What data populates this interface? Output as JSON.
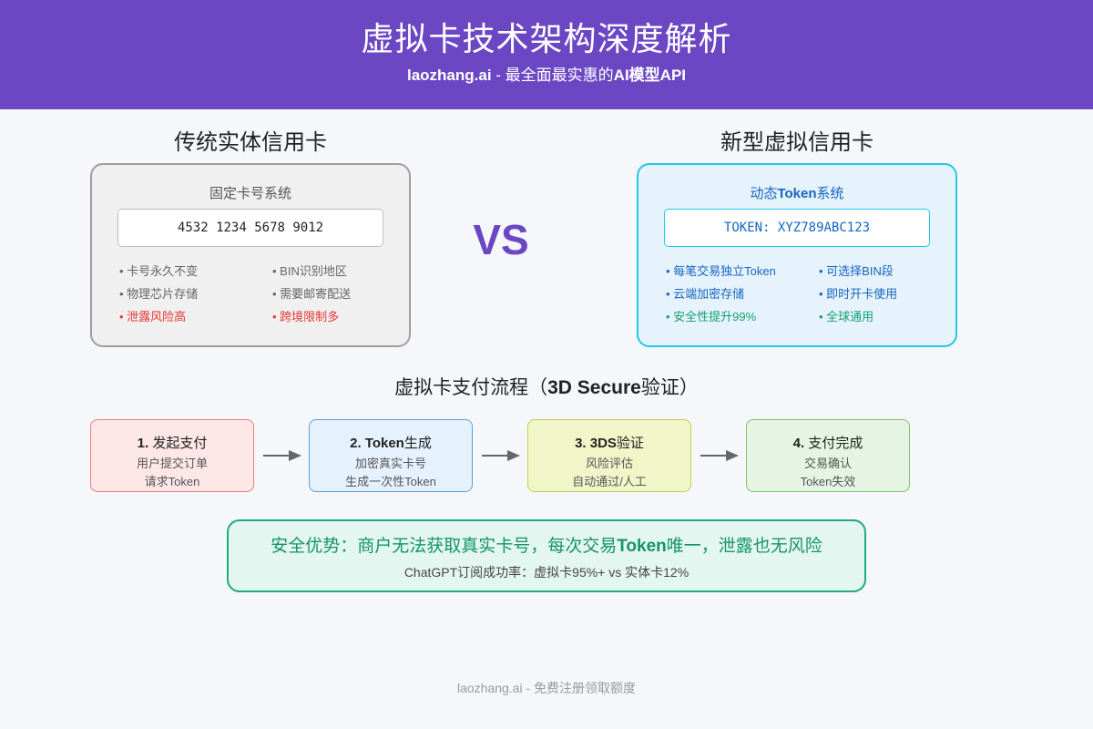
{
  "header": {
    "title": "虚拟卡技术架构深度解析",
    "subtitle_brand": "laozhang.ai",
    "subtitle_rest": " - 最全面最实惠的",
    "subtitle_bold": "AI模型API"
  },
  "traditional": {
    "heading": "传统实体信用卡",
    "card_title": "固定卡号系统",
    "card_number": "4532 1234 5678 9012",
    "features": [
      {
        "text": "卡号永久不变",
        "color": "#666666"
      },
      {
        "text": "BIN识别地区",
        "color": "#666666"
      },
      {
        "text": "物理芯片存储",
        "color": "#666666"
      },
      {
        "text": "需要邮寄配送",
        "color": "#666666"
      },
      {
        "text": "泄露风险高",
        "color": "#e53935"
      },
      {
        "text": "跨境限制多",
        "color": "#e53935"
      }
    ]
  },
  "vs": "VS",
  "virtual": {
    "heading": "新型虚拟信用卡",
    "card_title_pre": "动态",
    "card_title_bold": "Token",
    "card_title_post": "系统",
    "card_number": "TOKEN: XYZ789ABC123",
    "features": [
      {
        "text": "每笔交易独立Token",
        "color": "#1565c0"
      },
      {
        "text": "可选择BIN段",
        "color": "#1565c0"
      },
      {
        "text": "云端加密存储",
        "color": "#1565c0"
      },
      {
        "text": "即时开卡使用",
        "color": "#1565c0"
      },
      {
        "text": "安全性提升99%",
        "color": "#12a06e"
      },
      {
        "text": "全球通用",
        "color": "#12a06e"
      }
    ]
  },
  "flow": {
    "title_pre": "虚拟卡支付流程（",
    "title_bold": "3D Secure",
    "title_post": "验证）",
    "steps": [
      {
        "title": "1. ",
        "title_name": "发起支付",
        "line1": "用户提交订单",
        "line2": "请求Token"
      },
      {
        "title": "2. Token",
        "title_name": "生成",
        "line1": "加密真实卡号",
        "line2": "生成一次性Token"
      },
      {
        "title": "3. 3DS",
        "title_name": "验证",
        "line1": "风险评估",
        "line2": "自动通过/人工"
      },
      {
        "title": "4. ",
        "title_name": "支付完成",
        "line1": "交易确认",
        "line2": "Token失效"
      }
    ]
  },
  "security": {
    "main_pre": "安全优势：商户无法获取真实卡号，每次交易",
    "main_bold": "Token",
    "main_post": "唯一，泄露也无风险",
    "sub": "ChatGPT订阅成功率：虚拟卡95%+ vs 实体卡12%"
  },
  "footer": "laozhang.ai - 免费注册领取额度",
  "colors": {
    "header_bg": "#6c47c4",
    "vs": "#6c47c4",
    "arrow": "#666666"
  }
}
